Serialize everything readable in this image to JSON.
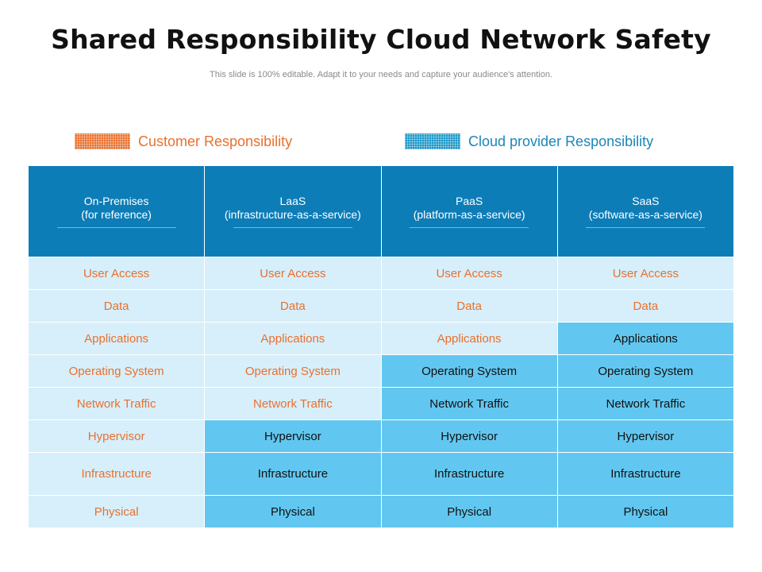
{
  "title": "Shared Responsibility Cloud Network Safety",
  "subtitle": "This slide is 100% editable. Adapt it to your needs and capture your audience's attention.",
  "legend": {
    "customer": "Customer Responsibility",
    "cloud": "Cloud provider Responsibility"
  },
  "colors": {
    "customer": "#e9702e",
    "cloud": "#1b97c9",
    "header": "#0d7db8",
    "customer_cell": "#d7effa",
    "provider_cell": "#62c7f0"
  },
  "columns": [
    {
      "name": "On-Premises",
      "sub": "(for reference)"
    },
    {
      "name": "LaaS",
      "sub": "(infrastructure-as-a-service)"
    },
    {
      "name": "PaaS",
      "sub": "(platform-as-a-service)"
    },
    {
      "name": "SaaS",
      "sub": "(software-as-a-service)"
    }
  ],
  "rows": [
    {
      "label": "User Access",
      "owners": [
        "customer",
        "customer",
        "customer",
        "customer"
      ]
    },
    {
      "label": "Data",
      "owners": [
        "customer",
        "customer",
        "customer",
        "customer"
      ]
    },
    {
      "label": "Applications",
      "owners": [
        "customer",
        "customer",
        "customer",
        "provider"
      ]
    },
    {
      "label": "Operating System",
      "owners": [
        "customer",
        "customer",
        "provider",
        "provider"
      ]
    },
    {
      "label": "Network Traffic",
      "owners": [
        "customer",
        "customer",
        "provider",
        "provider"
      ]
    },
    {
      "label": "Hypervisor",
      "owners": [
        "customer",
        "provider",
        "provider",
        "provider"
      ]
    },
    {
      "label": "Infrastructure",
      "owners": [
        "customer",
        "provider",
        "provider",
        "provider"
      ]
    },
    {
      "label": "Physical",
      "owners": [
        "customer",
        "provider",
        "provider",
        "provider"
      ]
    }
  ]
}
